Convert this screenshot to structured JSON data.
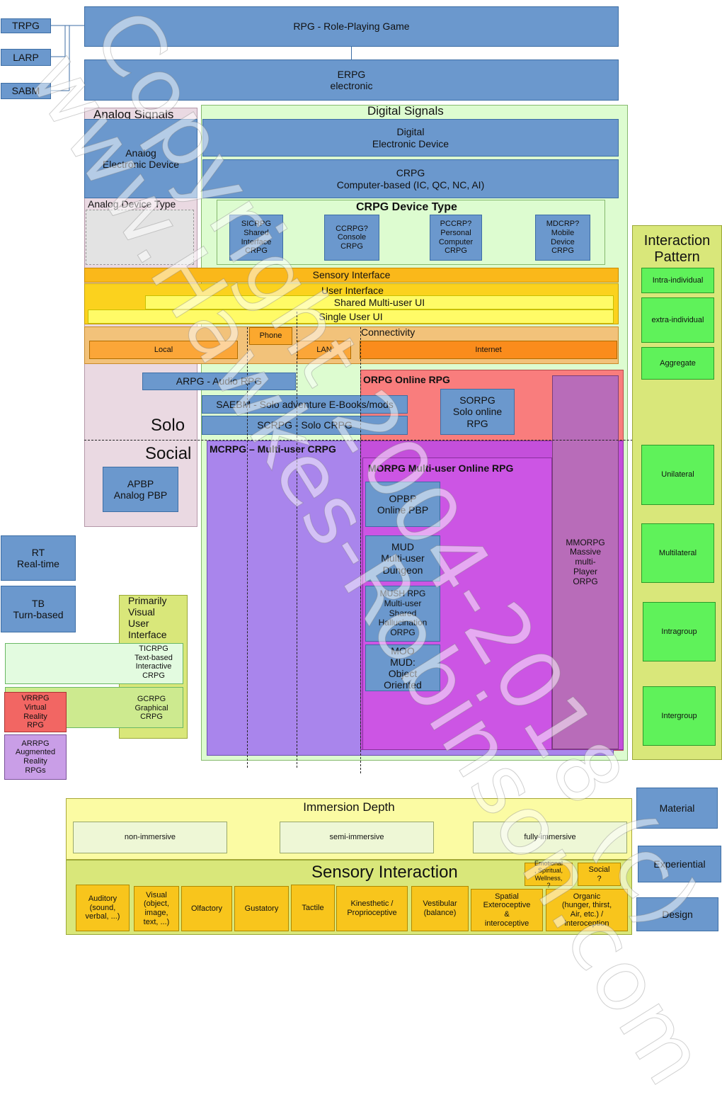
{
  "left_tags": [
    "TRPG",
    "LARP",
    "SABM"
  ],
  "rpg": "RPG - Role-Playing Game",
  "erpg": "ERPG\nelectronic",
  "analog": {
    "signals": "Analog Signals",
    "device": "Analog\nElectronic Device",
    "device_type": "Analog Device Type",
    "apbp": "APBP\nAnalog PBP"
  },
  "digital": {
    "signals": "Digital Signals",
    "device": "Digital\nElectronic Device",
    "crpg": "CRPG\nComputer-based (IC, QC, NC, AI)",
    "crpg_device_type": "CRPG Device Type",
    "devices": [
      "SICRPG\nShared\nInterface\nCRPG",
      "CCRPG?\nConsole\nCRPG",
      "PCCRP?\nPersonal\nComputer\nCRPG",
      "MDCRP?\nMobile\nDevice\nCRPG"
    ]
  },
  "interfaces": {
    "sensory": "Sensory Interface",
    "user": "User Interface",
    "shared": "Shared Multi-user UI",
    "single": "Single User UI"
  },
  "connectivity": {
    "title": "Connectivity",
    "phone": "Phone",
    "local": "Local",
    "lan": "LAN",
    "internet": "Internet"
  },
  "arpg": "ARPG - Audio RPG",
  "saebm": "SAEBM - Solo adventure E-Books/mods",
  "scrpg": "SCRPG - Solo CRPG",
  "solo": "Solo",
  "social": "Social",
  "orpg": "ORPG Online RPG",
  "sorpg": "SORPG\nSolo online\nRPG",
  "mcrpg": "MCRPG – Multi-user CRPG",
  "morpg": "MORPG Multi-user Online RPG",
  "opbp": "OPBP\nOnline PBP",
  "mud": "MUD\nMulti-user\nDungeon",
  "mush": "MUSH RPG\nMulti-user\nShared\nHallucination\nORPG",
  "moo": "MOO\nMUD:\nObject\nOriented",
  "mmorpg": "MMORPG\nMassive\nmulti-\nPlayer\nORPG",
  "rt": "RT\nReal-time",
  "tb": "TB\nTurn-based",
  "visual_ui": "Primarily\nVisual\nUser\nInterface",
  "ticrpg": "TICRPG\nText-based\nInteractive\nCRPG",
  "gcrpg": "GCRPG\nGraphical\nCRPG",
  "vrrpg": "VRRPG\nVirtual\nReality\nRPG",
  "arrpg": "ARRPG\nAugmented\nReality\nRPGs",
  "interaction": {
    "title": "Interaction\nPattern",
    "items": [
      "Intra-individual",
      "extra-individual",
      "Aggregate",
      "Unilateral",
      "Multilateral",
      "Intragroup",
      "Intergroup"
    ]
  },
  "immersion": {
    "title": "Immersion Depth",
    "items": [
      "non-immersive",
      "semi-immersive",
      "fully-immersive"
    ]
  },
  "sensory_interaction": {
    "title": "Sensory Interaction",
    "emotional": "Emotional\n, Spiritual,\nWellness,\n?",
    "social": "Social\n?",
    "items": [
      "Auditory\n(sound,\nverbal, ...)",
      "Visual\n(object,\nimage,\ntext, ...)",
      "Olfactory",
      "Gustatory",
      "Tactile",
      "Kinesthetic /\nProprioceptive",
      "Vestibular\n(balance)",
      "Spatial\nExteroceptive\n&\ninteroceptive",
      "Organic\n(hunger, thirst,\nAir, etc.) /\ninteroception"
    ]
  },
  "right_tags": [
    "Material",
    "Experiential",
    "Design"
  ],
  "watermark": [
    "Copyright 2004-2018 (c)",
    "www.Hawkes-Robinson.com"
  ]
}
